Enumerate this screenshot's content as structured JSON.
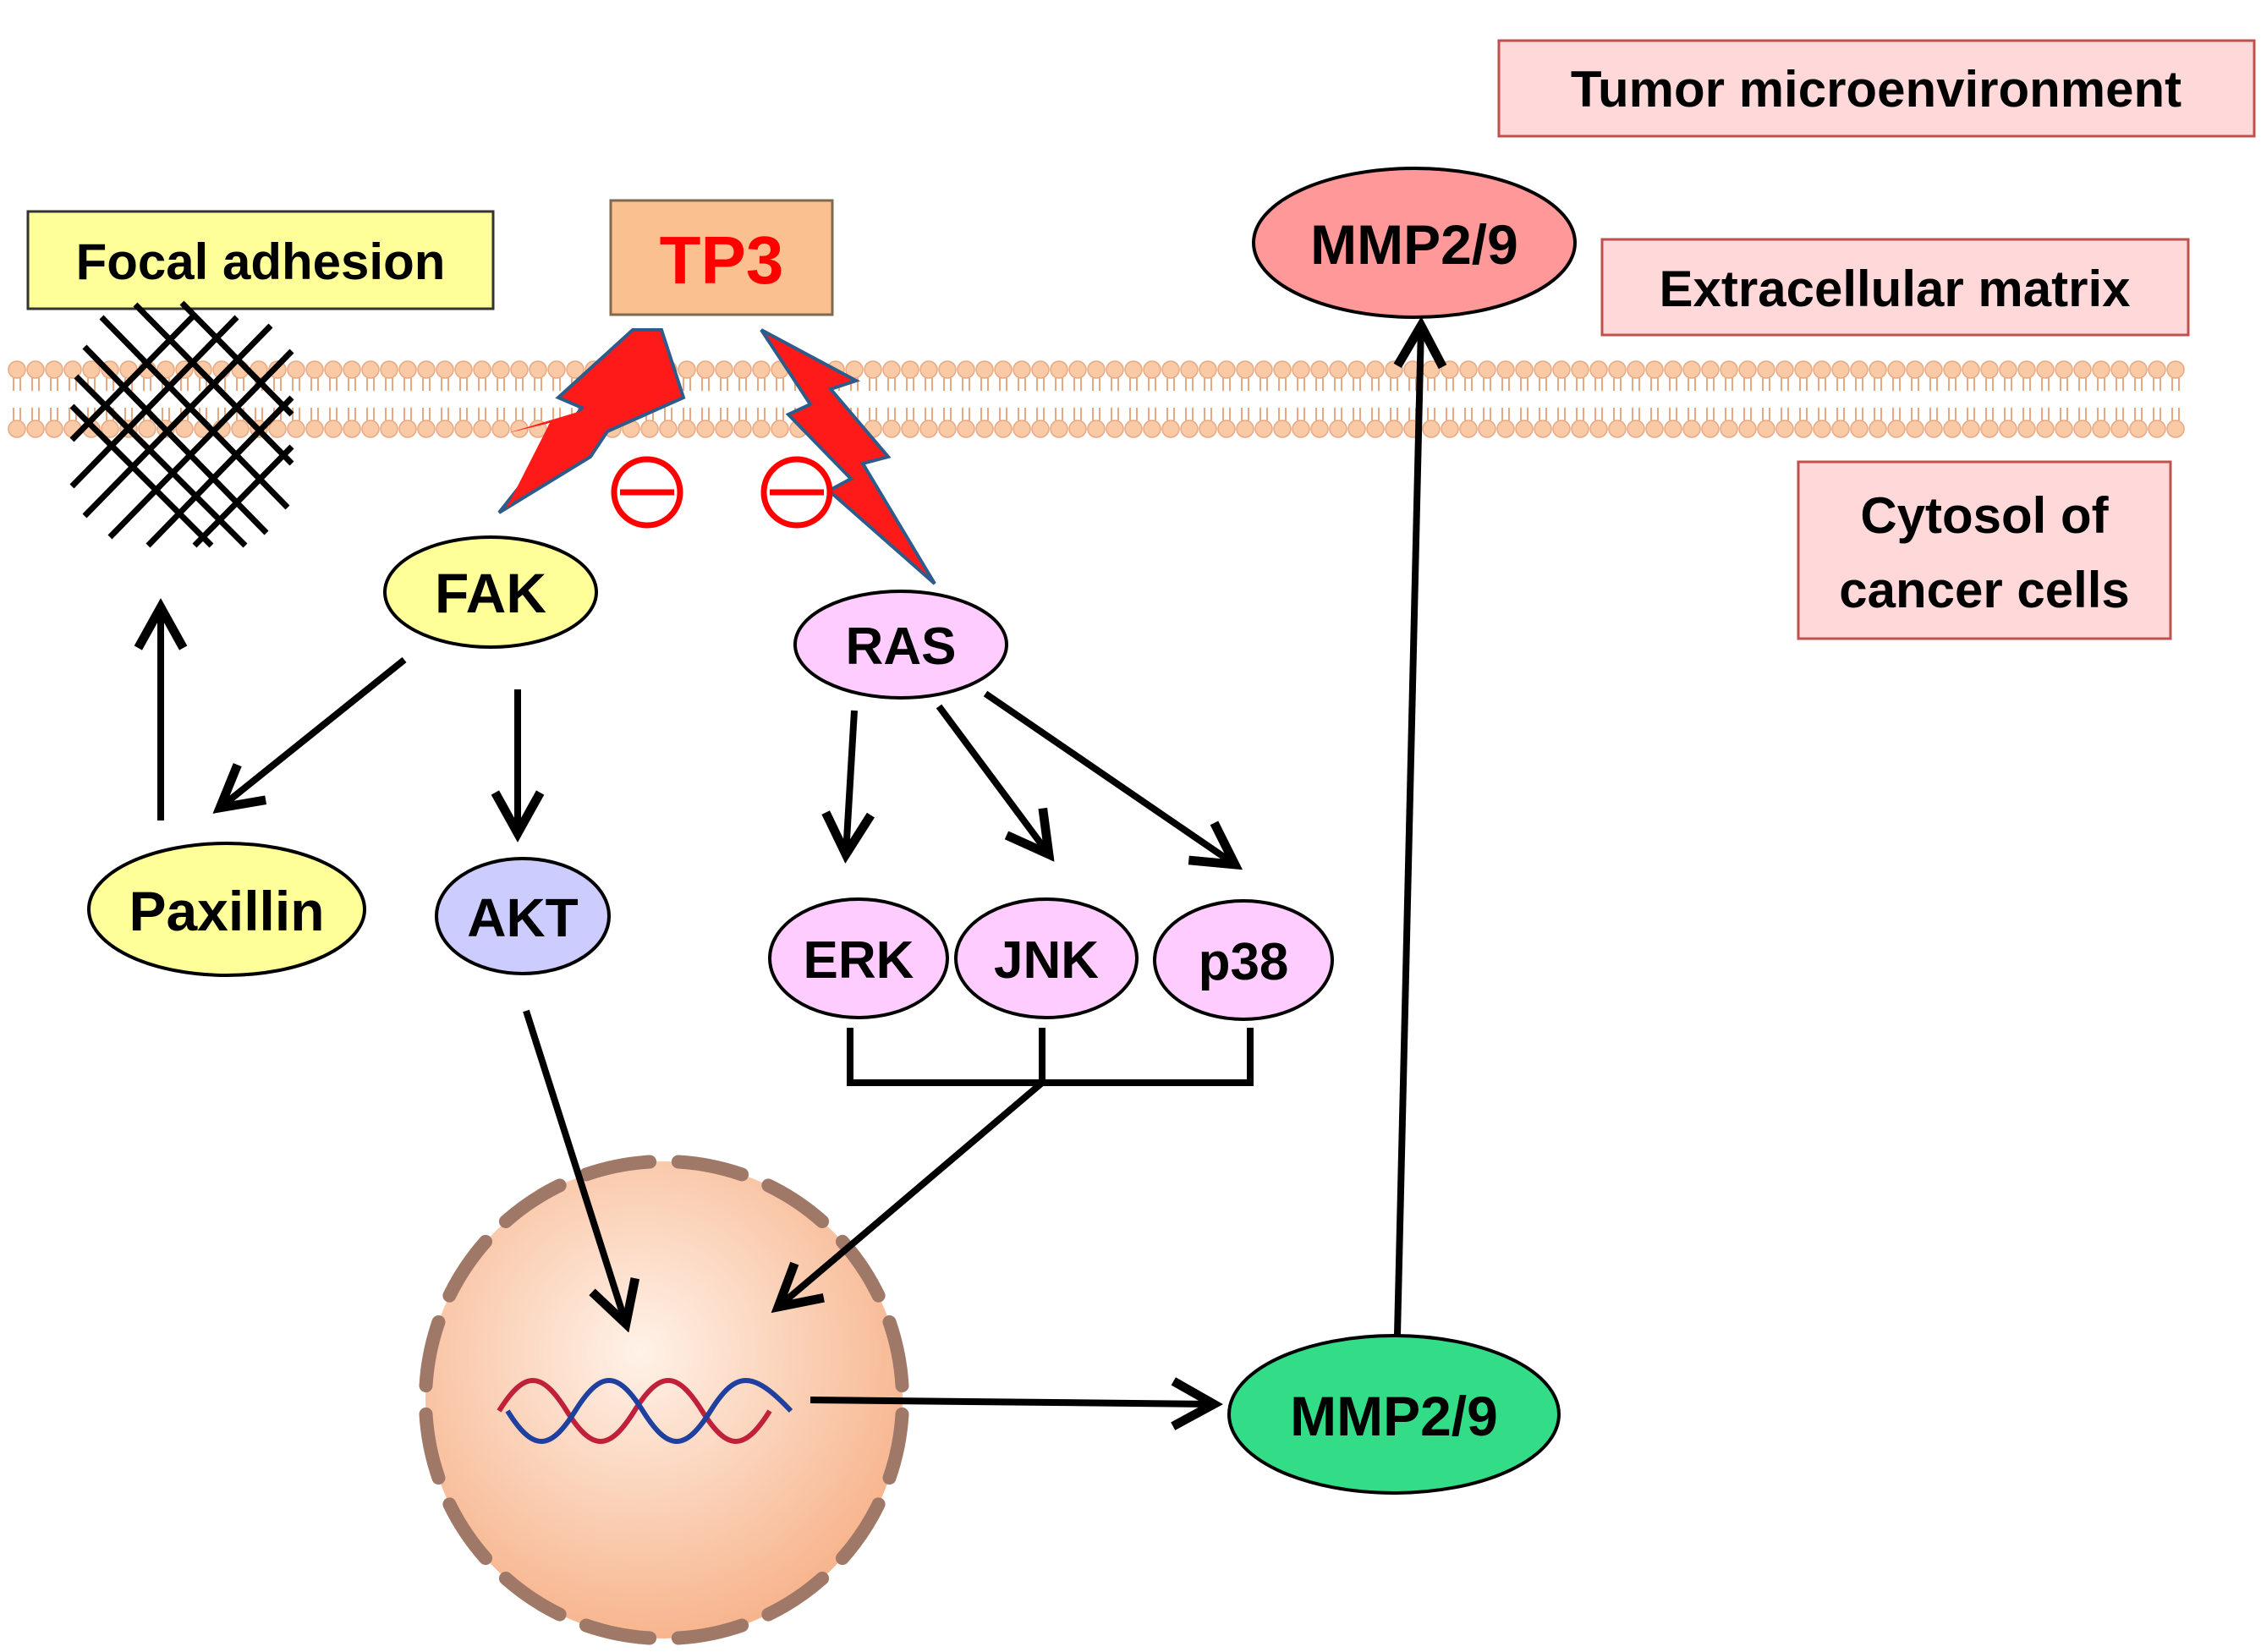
{
  "compartments": {
    "tumor_microenvironment": "Tumor microenvironment",
    "extracellular_matrix": "Extracellular matrix",
    "cytosol_line1": "Cytosol of",
    "cytosol_line2": "cancer cells"
  },
  "labels": {
    "focal_adhesion": "Focal adhesion",
    "tp3": "TP3"
  },
  "nodes": {
    "fak": "FAK",
    "ras": "RAS",
    "paxillin": "Paxillin",
    "akt": "AKT",
    "erk": "ERK",
    "jnk": "JNK",
    "p38": "p38",
    "mmp_intracellular": "MMP2/9",
    "mmp_extracellular": "MMP2/9"
  },
  "colors": {
    "yellow_fill": "#ffff99",
    "tp3_fill": "#fac090",
    "tp3_text": "#ff0000",
    "compartment_fill": "#ffd9d9",
    "compartment_border": "#c0504d",
    "fak_fill": "#ffff99",
    "akt_fill": "#ccccff",
    "ras_fill": "#ffccff",
    "mmp_intracellular_fill": "#33dd88",
    "mmp_extracellular_fill": "#ff9999",
    "membrane": "#fac9a6",
    "lightning": "#ff1a1a",
    "lightning_outline": "#2e5c8a",
    "inhibit": "#ff0000",
    "nucleus": "#f8c8a8",
    "nuclear_pore": "#a07868",
    "dna_red": "#c0203a",
    "dna_blue": "#2040a0"
  },
  "icons": {
    "inhibition": "minus-circle-icon",
    "drug_action": "lightning-bolt-icon",
    "focal_adhesion": "crosshatch-icon",
    "dna": "dna-helix-icon"
  }
}
